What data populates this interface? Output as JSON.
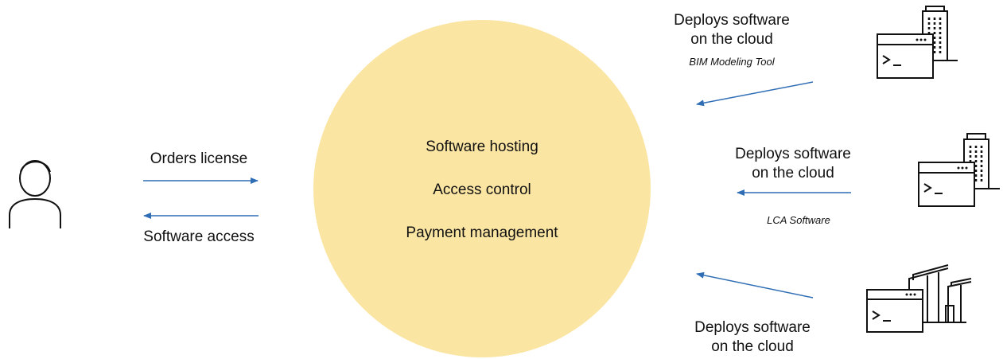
{
  "colors": {
    "platform": "#fbe5a3",
    "arrow": "#2f6db5",
    "icon_stroke": "#111111"
  },
  "user": {
    "icon": "person-icon",
    "order_label": "Orders license",
    "access_label": "Software access"
  },
  "platform": {
    "services": [
      "Software hosting",
      "Access control",
      "Payment management"
    ]
  },
  "providers": [
    {
      "icon": "office-tower-terminal-icon",
      "label_line1": "Deploys software",
      "label_line2": "on the cloud",
      "tool": "BIM Modeling Tool"
    },
    {
      "icon": "office-tower-terminal-icon",
      "label_line1": "Deploys software",
      "label_line2": "on the cloud",
      "tool": "LCA Software"
    },
    {
      "icon": "factory-terminal-icon",
      "label_line1": "Deploys software",
      "label_line2": "on the cloud",
      "tool": ""
    }
  ]
}
